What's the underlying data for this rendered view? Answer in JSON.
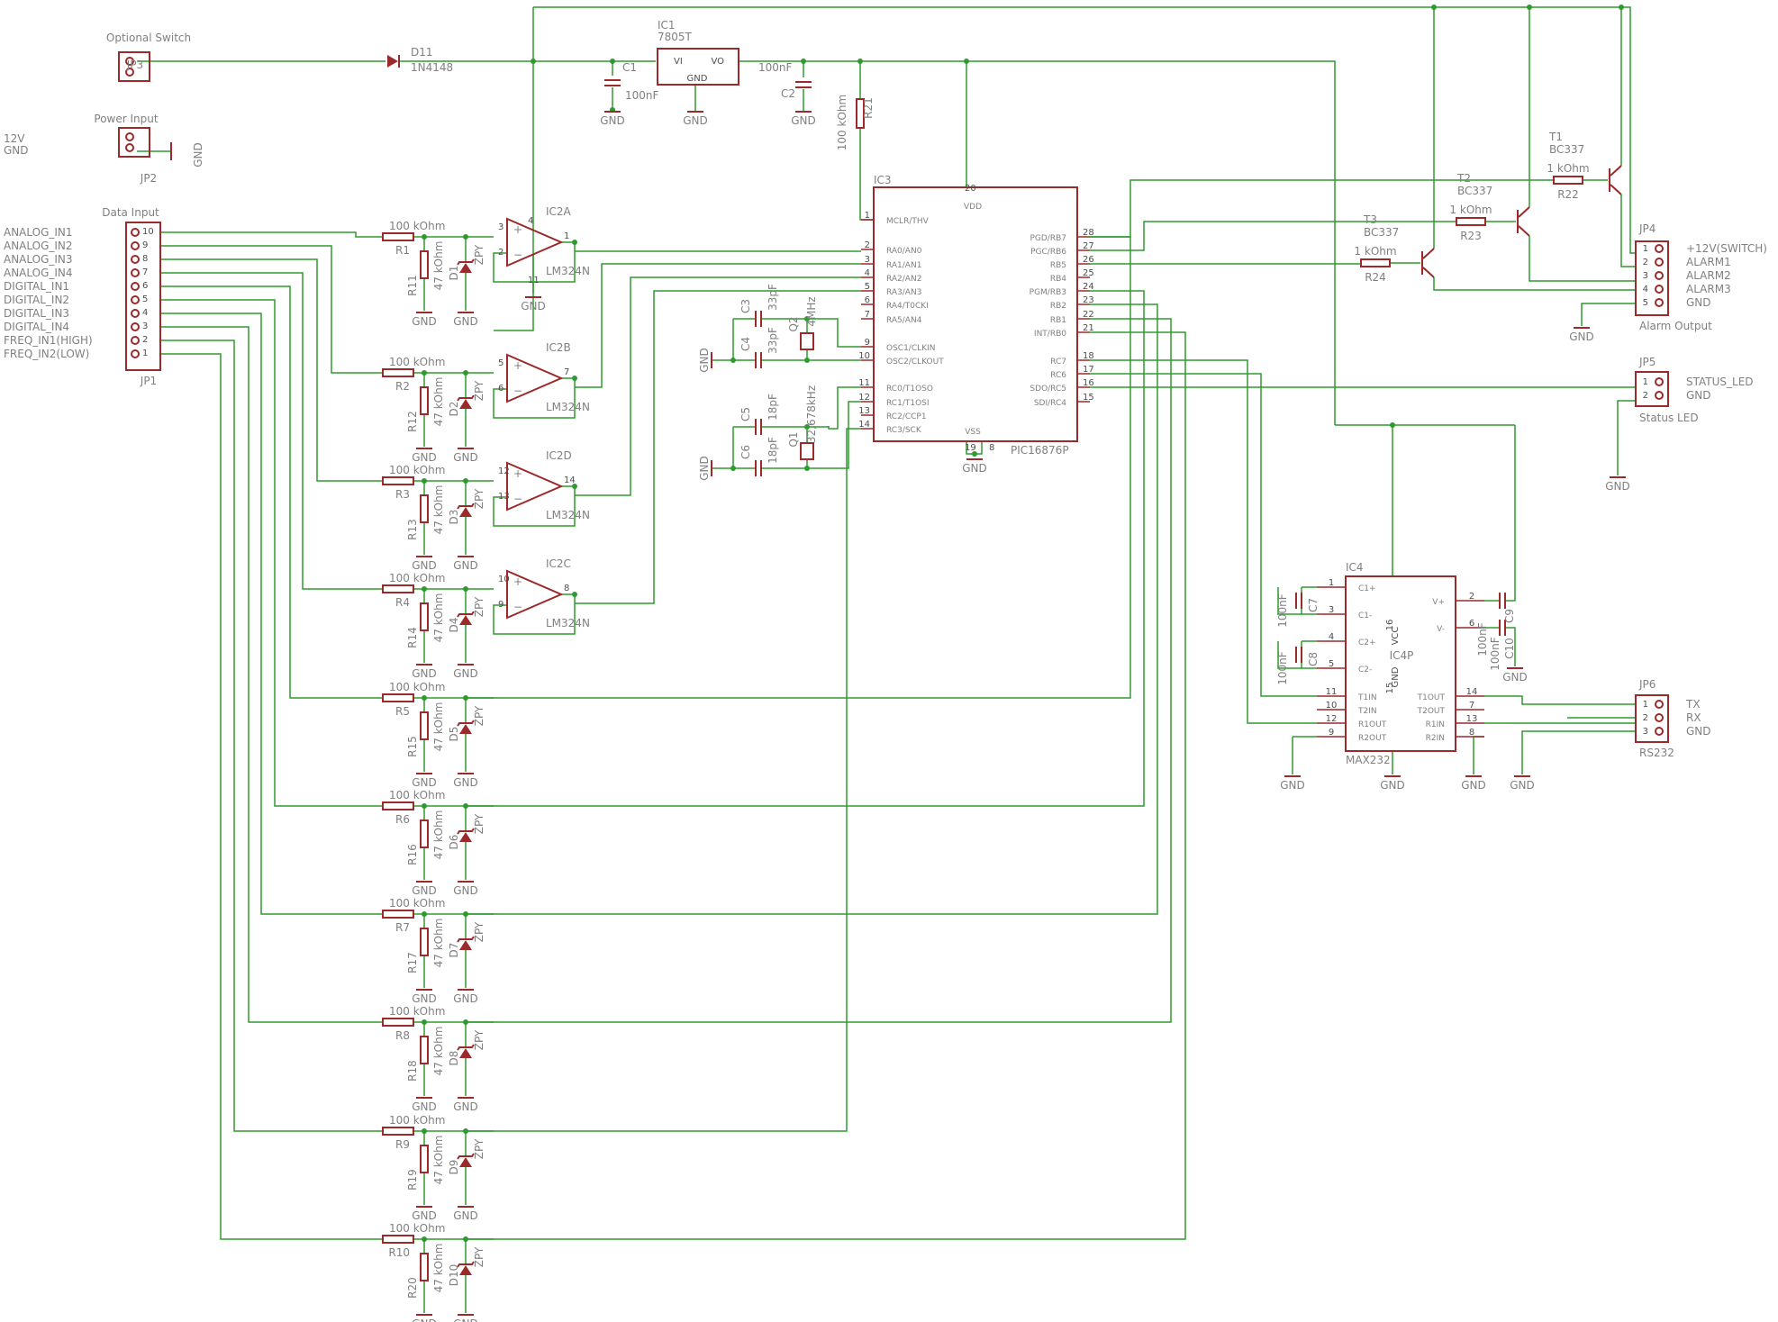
{
  "supply": {
    "jp3_title": "Optional Switch",
    "jp3_ref": "JP3",
    "jp2_title": "Power Input",
    "jp2_ref": "JP2",
    "v12": "12V",
    "gnd": "GND",
    "d11_ref": "D11",
    "d11_val": "1N4148",
    "ic1_ref": "IC1",
    "ic1_val": "7805T",
    "ic1_vi": "VI",
    "ic1_vo": "VO",
    "ic1_gnd": "GND",
    "c1_ref": "C1",
    "c1_val": "100nF",
    "c2_ref": "C2",
    "c2_val": "100nF",
    "r21_ref": "R21",
    "r21_val": "100 kOhm"
  },
  "data_input": {
    "title": "Data Input",
    "ref": "JP1",
    "labels": [
      "ANALOG_IN1",
      "ANALOG_IN2",
      "ANALOG_IN3",
      "ANALOG_IN4",
      "DIGITAL_IN1",
      "DIGITAL_IN2",
      "DIGITAL_IN3",
      "DIGITAL_IN4",
      "FREQ_IN1(HIGH)",
      "FREQ_IN2(LOW)"
    ],
    "pins": [
      "10",
      "9",
      "8",
      "7",
      "6",
      "5",
      "4",
      "3",
      "2",
      "1"
    ]
  },
  "channels": [
    {
      "rin": "R1",
      "rpd": "R11",
      "d": "D1"
    },
    {
      "rin": "R2",
      "rpd": "R12",
      "d": "D2"
    },
    {
      "rin": "R3",
      "rpd": "R13",
      "d": "D3"
    },
    {
      "rin": "R4",
      "rpd": "R14",
      "d": "D4"
    },
    {
      "rin": "R5",
      "rpd": "R15",
      "d": "D5"
    },
    {
      "rin": "R6",
      "rpd": "R16",
      "d": "D6"
    },
    {
      "rin": "R7",
      "rpd": "R17",
      "d": "D7"
    },
    {
      "rin": "R8",
      "rpd": "R18",
      "d": "D8"
    },
    {
      "rin": "R9",
      "rpd": "R19",
      "d": "D9"
    },
    {
      "rin": "R10",
      "rpd": "R20",
      "d": "D10"
    }
  ],
  "channel_values": {
    "rin": "100 kOhm",
    "rpd": "47 kOhm",
    "zener": "ZPY"
  },
  "opamps": [
    {
      "ref": "IC2A",
      "val": "LM324N",
      "pin_plus": "3",
      "pin_minus": "2",
      "pin_out": "1"
    },
    {
      "ref": "IC2B",
      "val": "LM324N",
      "pin_plus": "5",
      "pin_minus": "6",
      "pin_out": "7"
    },
    {
      "ref": "IC2D",
      "val": "LM324N",
      "pin_plus": "12",
      "pin_minus": "13",
      "pin_out": "14"
    },
    {
      "ref": "IC2C",
      "val": "LM324N",
      "pin_plus": "10",
      "pin_minus": "9",
      "pin_out": "8"
    }
  ],
  "opamp_power": {
    "vcc_pin": "4",
    "gnd_pin": "11"
  },
  "mcu": {
    "ref": "IC3",
    "val": "PIC16876P",
    "vdd": "VDD",
    "vss": "VSS",
    "vdd_pin": "20",
    "vss_pins": [
      "19",
      "8"
    ],
    "left_pins": [
      {
        "n": "1",
        "name": "MCLR/THV"
      },
      {
        "n": "2",
        "name": "RA0/AN0"
      },
      {
        "n": "3",
        "name": "RA1/AN1"
      },
      {
        "n": "4",
        "name": "RA2/AN2"
      },
      {
        "n": "5",
        "name": "RA3/AN3"
      },
      {
        "n": "6",
        "name": "RA4/T0CKI"
      },
      {
        "n": "7",
        "name": "RA5/AN4"
      },
      {
        "n": "9",
        "name": "OSC1/CLKIN"
      },
      {
        "n": "10",
        "name": "OSC2/CLKOUT"
      },
      {
        "n": "11",
        "name": "RC0/T1OSO"
      },
      {
        "n": "12",
        "name": "RC1/T1OSI"
      },
      {
        "n": "13",
        "name": "RC2/CCP1"
      },
      {
        "n": "14",
        "name": "RC3/SCK"
      }
    ],
    "right_pins": [
      {
        "n": "28",
        "name": "PGD/RB7"
      },
      {
        "n": "27",
        "name": "PGC/RB6"
      },
      {
        "n": "26",
        "name": "RB5"
      },
      {
        "n": "25",
        "name": "RB4"
      },
      {
        "n": "24",
        "name": "PGM/RB3"
      },
      {
        "n": "23",
        "name": "RB2"
      },
      {
        "n": "22",
        "name": "RB1"
      },
      {
        "n": "21",
        "name": "INT/RB0"
      },
      {
        "n": "18",
        "name": "RC7"
      },
      {
        "n": "17",
        "name": "RC6"
      },
      {
        "n": "16",
        "name": "SDO/RC5"
      },
      {
        "n": "15",
        "name": "SDI/RC4"
      }
    ]
  },
  "oscillator": {
    "c3_ref": "C3",
    "c3_val": "33pF",
    "c4_ref": "C4",
    "c4_val": "33pF",
    "q2_ref": "Q2",
    "q2_val": "4MHz",
    "c5_ref": "C5",
    "c5_val": "18pF",
    "c6_ref": "C6",
    "c6_val": "18pF",
    "q1_ref": "Q1",
    "q1_val": "32,678kHz"
  },
  "transistors": [
    {
      "ref": "T1",
      "val": "BC337",
      "r_ref": "R22",
      "r_val": "1 kOhm"
    },
    {
      "ref": "T2",
      "val": "BC337",
      "r_ref": "R23",
      "r_val": "1 kOhm"
    },
    {
      "ref": "T3",
      "val": "BC337",
      "r_ref": "R24",
      "r_val": "1 kOhm"
    }
  ],
  "jp4": {
    "ref": "JP4",
    "title": "Alarm Output",
    "labels": [
      "+12V(SWITCH)",
      "ALARM1",
      "ALARM2",
      "ALARM3",
      "GND"
    ],
    "pins": [
      "1",
      "2",
      "3",
      "4",
      "5"
    ]
  },
  "jp5": {
    "ref": "JP5",
    "title": "Status LED",
    "labels": [
      "STATUS_LED",
      "GND"
    ],
    "pins": [
      "1",
      "2"
    ]
  },
  "max232": {
    "ref": "IC4",
    "val": "MAX232",
    "center": "IC4P",
    "vcc": "VCC",
    "gnd": "GND",
    "vcc_pin": "16",
    "gnd_pin": "15",
    "left": [
      {
        "n": "1",
        "name": "C1+"
      },
      {
        "n": "3",
        "name": "C1-"
      },
      {
        "n": "4",
        "name": "C2+"
      },
      {
        "n": "5",
        "name": "C2-"
      },
      {
        "n": "11",
        "name": "T1IN"
      },
      {
        "n": "10",
        "name": "T2IN"
      },
      {
        "n": "12",
        "name": "R1OUT"
      },
      {
        "n": "9",
        "name": "R2OUT"
      }
    ],
    "right": [
      {
        "n": "2",
        "name": "V+"
      },
      {
        "n": "6",
        "name": "V-"
      },
      {
        "n": "14",
        "name": "T1OUT"
      },
      {
        "n": "7",
        "name": "T2OUT"
      },
      {
        "n": "13",
        "name": "R1IN"
      },
      {
        "n": "8",
        "name": "R2IN"
      }
    ],
    "caps": [
      {
        "ref": "C7",
        "val": "100nF"
      },
      {
        "ref": "C8",
        "val": "100nF"
      },
      {
        "ref": "C9",
        "val": "100nF"
      },
      {
        "ref": "C10",
        "val": "100nF"
      }
    ]
  },
  "jp6": {
    "ref": "JP6",
    "title": "RS232",
    "labels": [
      "TX",
      "RX",
      "GND"
    ],
    "pins": [
      "1",
      "2",
      "3"
    ]
  }
}
